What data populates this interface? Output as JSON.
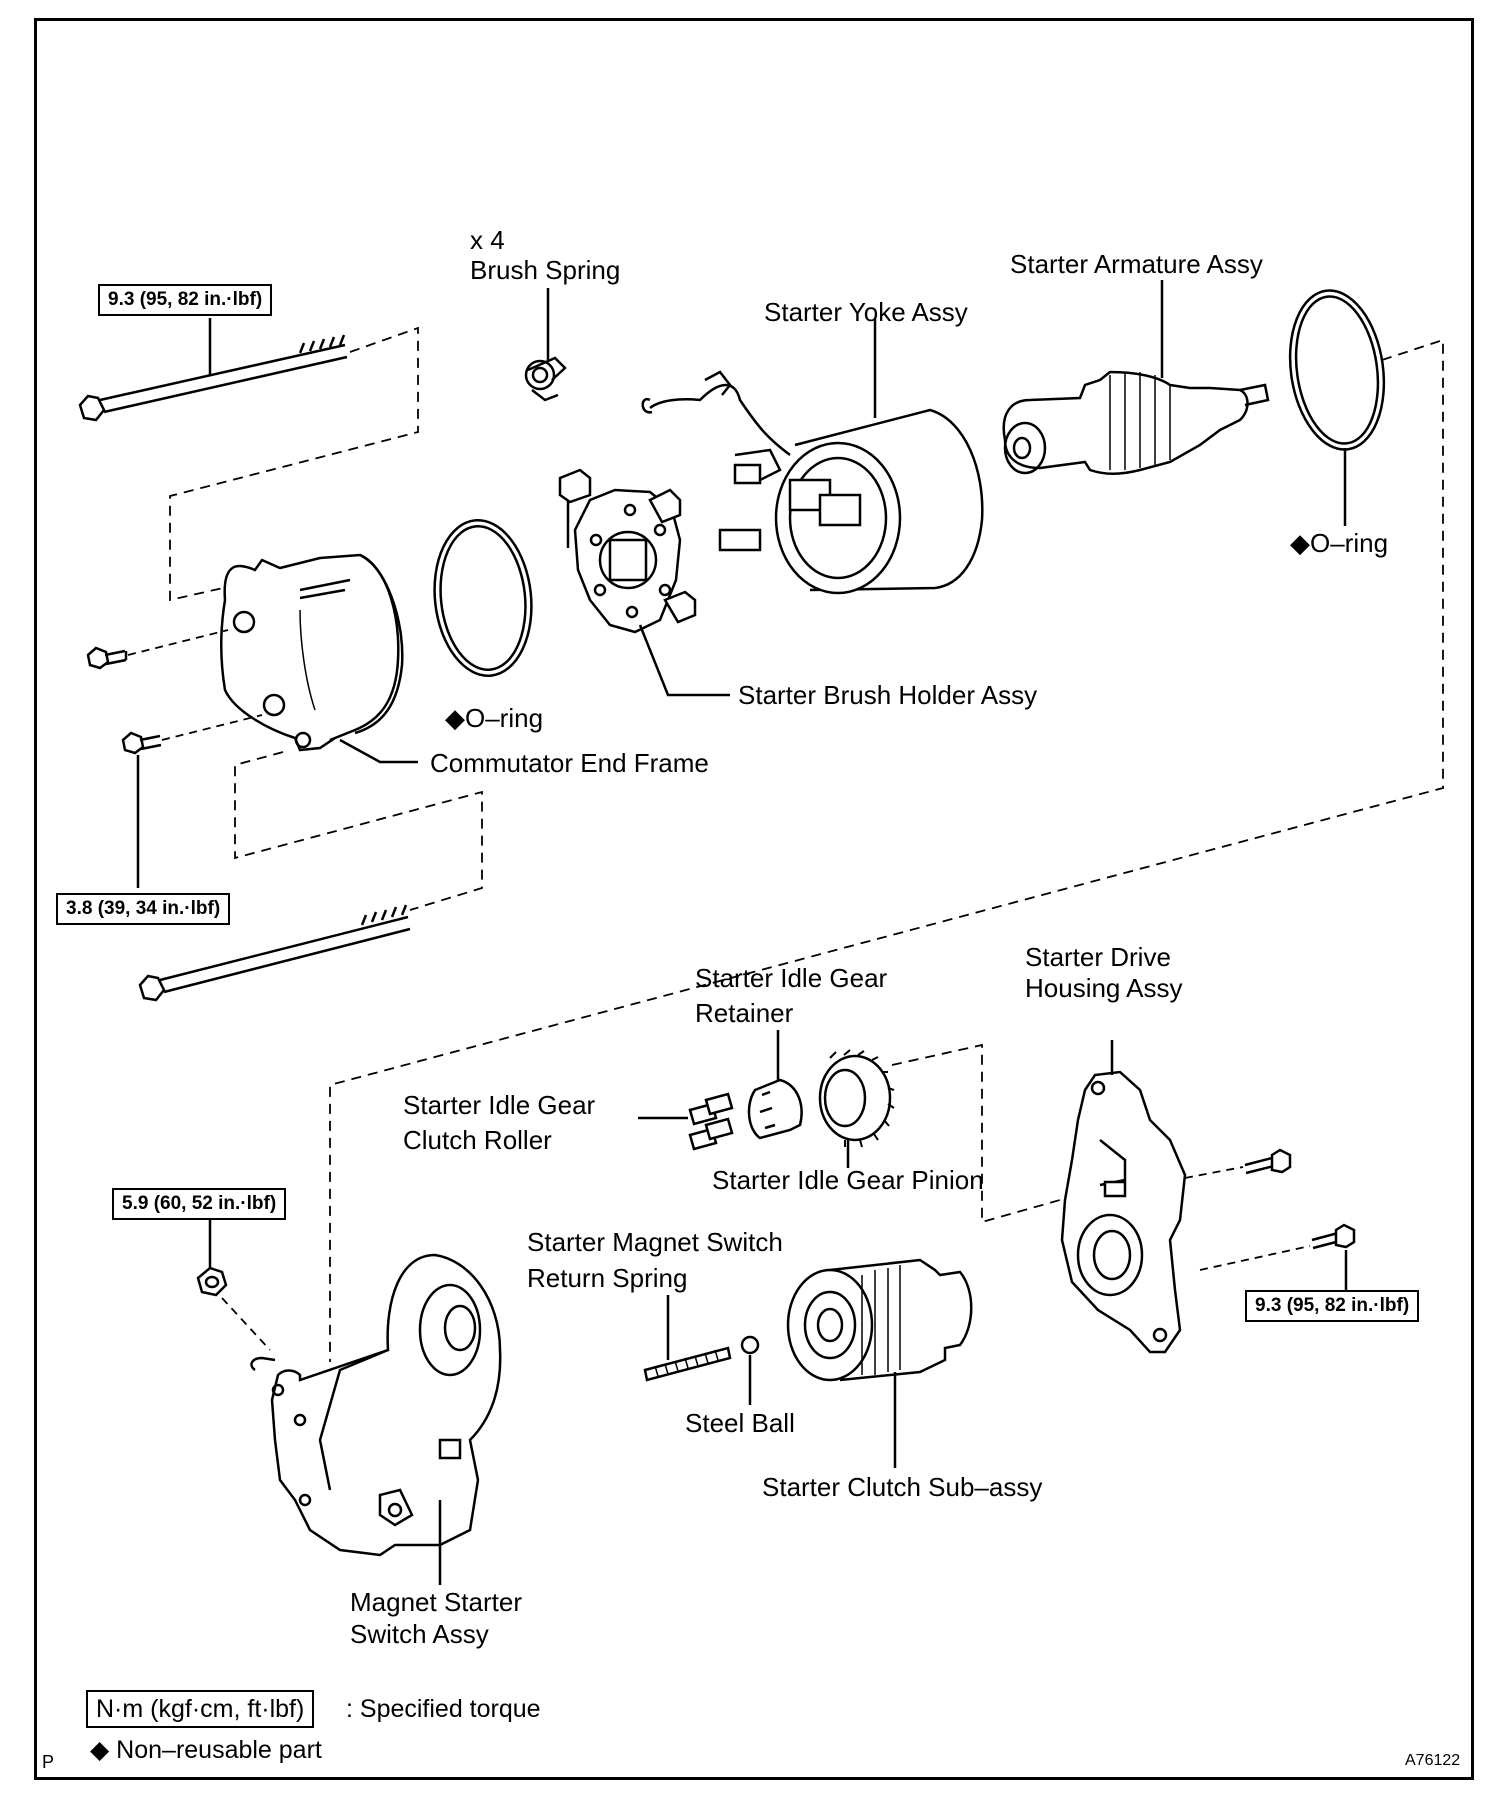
{
  "labels": {
    "x4": "x 4",
    "brush_spring": "Brush Spring",
    "starter_yoke_assy": "Starter Yoke Assy",
    "starter_armature_assy": "Starter Armature Assy",
    "o_ring_right": "◆O–ring",
    "o_ring_left": "◆O–ring",
    "starter_brush_holder_assy": "Starter Brush Holder Assy",
    "commutator_end_frame": "Commutator End Frame",
    "starter_drive_housing_1": "Starter Drive",
    "starter_drive_housing_2": "Housing Assy",
    "idle_gear_retainer_1": "Starter Idle Gear",
    "idle_gear_retainer_2": "Retainer",
    "idle_gear_clutch_roller_1": "Starter Idle Gear",
    "idle_gear_clutch_roller_2": "Clutch Roller",
    "idle_gear_pinion": "Starter Idle Gear Pinion",
    "magnet_return_spring_1": "Starter Magnet Switch",
    "magnet_return_spring_2": "Return Spring",
    "steel_ball": "Steel Ball",
    "starter_clutch_sub_assy": "Starter Clutch Sub–assy",
    "magnet_starter_switch_1": "Magnet Starter",
    "magnet_starter_switch_2": "Switch Assy"
  },
  "torques": {
    "top_left": "9.3 (95, 82 in.·lbf)",
    "mid_left": "3.8 (39, 34 in.·lbf)",
    "lower_left": "5.9 (60, 52 in.·lbf)",
    "lower_right": "9.3 (95, 82 in.·lbf)"
  },
  "legend": {
    "unit_box": "N·m (kgf·cm, ft·lbf)",
    "unit_desc": ": Specified torque",
    "non_reusable": "◆ Non–reusable part"
  },
  "corner": {
    "left": "P",
    "right": "A76122"
  }
}
